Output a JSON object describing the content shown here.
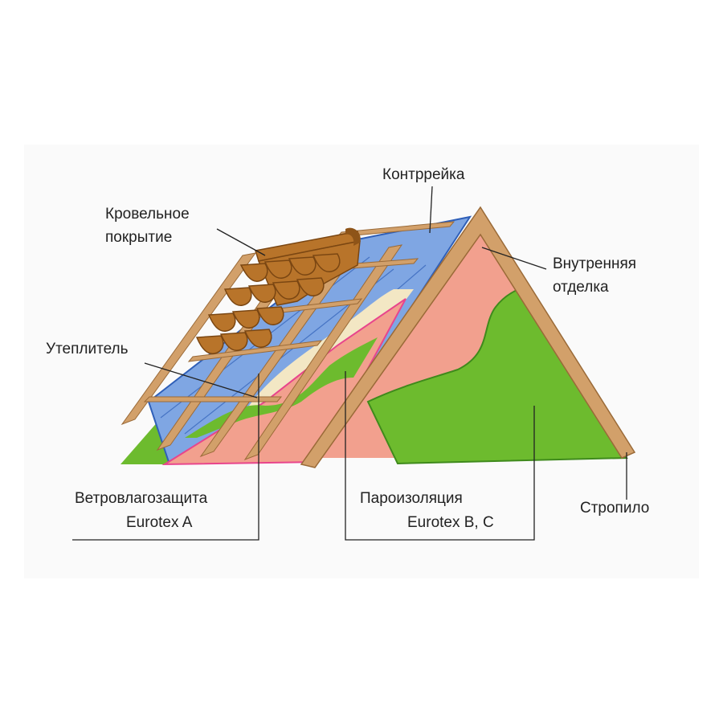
{
  "labels": {
    "roof_covering": [
      "Кровельное",
      "покрытие"
    ],
    "counter_batten": "Контррейка",
    "interior_finish": [
      "Внутренняя",
      "отделка"
    ],
    "insulation": "Утеплитель",
    "wind_moisture_barrier": [
      "Ветровлагозащита",
      "Eurotex A"
    ],
    "vapor_barrier": [
      "Пароизоляция",
      "Eurotex B, C"
    ],
    "rafter": "Стропило"
  },
  "colors": {
    "tile": "#b8742a",
    "tile_edge": "#7a4612",
    "membrane_blue": "#7fa6e3",
    "membrane_line": "#2f5fb8",
    "wood": "#d2a06a",
    "wood_edge": "#9a6a38",
    "insulation": "#f3e7c4",
    "salmon": "#f2a08e",
    "pink_edge": "#e8458c",
    "green": "#6dbb2e",
    "green_dark": "#3f8a1c"
  }
}
